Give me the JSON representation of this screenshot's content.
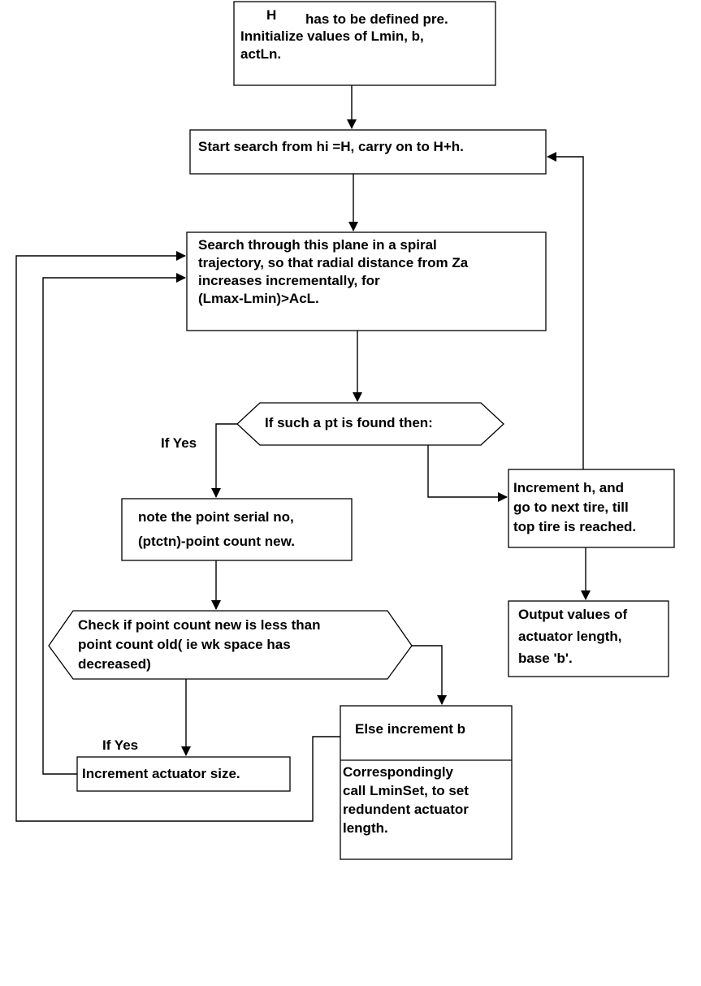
{
  "colors": {
    "stroke": "#000000",
    "fill": "#ffffff",
    "text": "#000000"
  },
  "nodes": {
    "init": {
      "line1_var": "H",
      "line1_rest": "has to be defined pre.",
      "line2": "Innitialize values of Lmin, b,",
      "line3": "actLn."
    },
    "start_search": {
      "text": "Start search from hi =H, carry on to H+h."
    },
    "spiral_search": {
      "line1": "Search through this plane in a spiral",
      "line2": "trajectory, so that radial distance from Za",
      "line3": "increases incrementally, for",
      "line4": "(Lmax-Lmin)>AcL."
    },
    "decision_found": {
      "text": "If such a pt is found then:"
    },
    "note_point": {
      "line1": "note the point serial no,",
      "line2": "(ptctn)-point count new."
    },
    "increment_h": {
      "line1": "Increment h, and",
      "line2": "go to next tire, till",
      "line3": "top tire is reached."
    },
    "output": {
      "line1": "Output values of",
      "line2": "actuator length,",
      "line3": "base 'b'."
    },
    "decision_check": {
      "line1": "Check if point count new is less than",
      "line2": "point count old( ie wk space has",
      "line3": "decreased)"
    },
    "increment_actuator": {
      "text": "Increment actuator size."
    },
    "else_increment_b": {
      "header": "Else increment b",
      "line1": "Correspondingly",
      "line2": "call LminSet, to set",
      "line3": "redundent actuator",
      "line4": "length."
    }
  },
  "labels": {
    "if_yes_1": "If Yes",
    "if_yes_2": "If Yes"
  }
}
